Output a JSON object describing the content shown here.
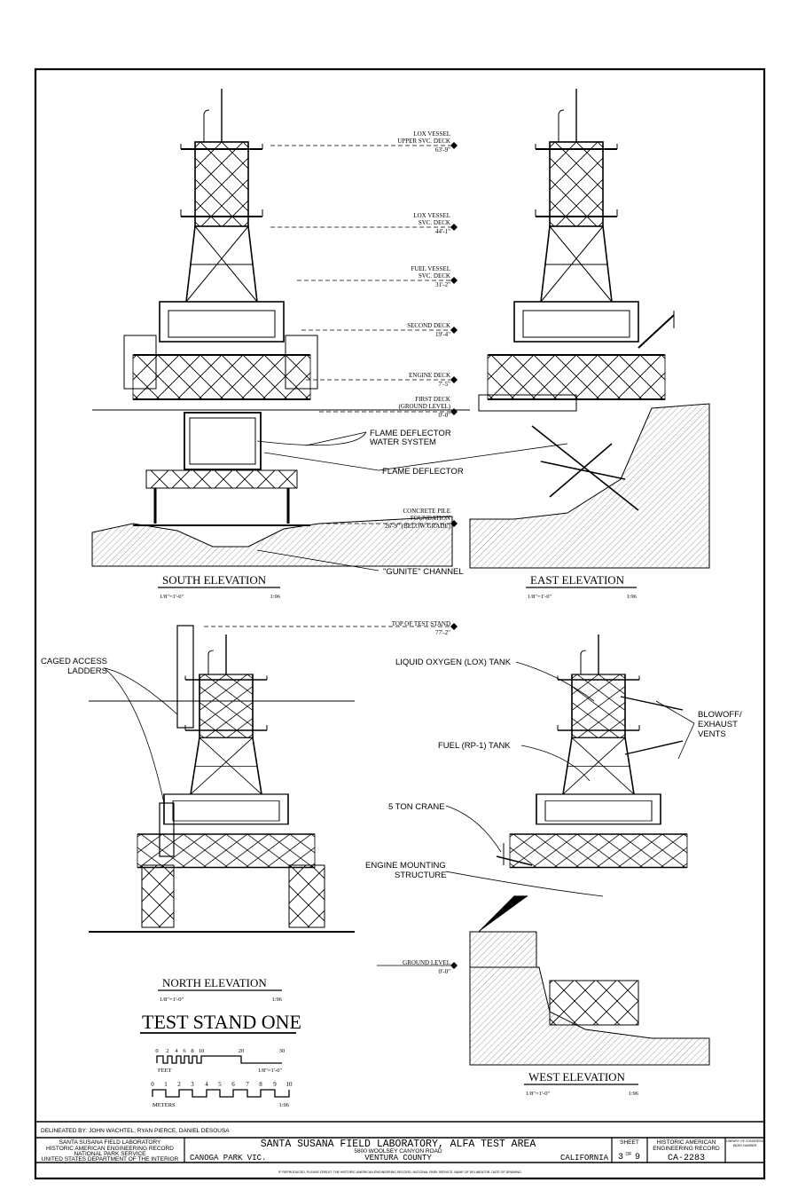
{
  "drawing_title": "TEST STAND ONE",
  "elevations": {
    "south": {
      "title": "SOUTH ELEVATION",
      "scale_imperial": "1/8\"=1'-0\"",
      "scale_ratio": "1:96"
    },
    "east": {
      "title": "EAST ELEVATION",
      "scale_imperial": "1/8\"=1'-0\"",
      "scale_ratio": "1:96"
    },
    "north": {
      "title": "NORTH ELEVATION",
      "scale_imperial": "1/8\"=1'-0\"",
      "scale_ratio": "1:96"
    },
    "west": {
      "title": "WEST ELEVATION",
      "scale_imperial": "1/8\"=1'-0\"",
      "scale_ratio": "1:96"
    }
  },
  "levels": [
    {
      "lines": [
        "LOX VESSEL",
        "UPPER SVC. DECK"
      ],
      "value": "63'-9\""
    },
    {
      "lines": [
        "LOX VESSEL",
        "SVC. DECK"
      ],
      "value": "44'-1\""
    },
    {
      "lines": [
        "FUEL VESSEL",
        "SVC. DECK"
      ],
      "value": "31'-2\""
    },
    {
      "lines": [
        "SECOND DECK"
      ],
      "value": "19'-4\""
    },
    {
      "lines": [
        "ENGINE DECK"
      ],
      "value": "7'-5\""
    },
    {
      "lines": [
        "FIRST DECK",
        "(GROUND LEVEL)"
      ],
      "value": "0'-0\""
    },
    {
      "lines": [
        "CONCRETE PILE",
        "FOUNDATION"
      ],
      "value": "26'-9\" (BELOW GRADE)"
    },
    {
      "lines": [
        "TOP OF TEST STAND"
      ],
      "value": "77'-2\""
    },
    {
      "lines": [
        "GROUND LEVEL"
      ],
      "value": "0'-0\""
    }
  ],
  "callouts": {
    "flame_deflector_water": [
      "FLAME DEFLECTOR",
      "WATER SYSTEM"
    ],
    "flame_deflector": "FLAME DEFLECTOR",
    "gunite": "\"GUNITE\" CHANNEL",
    "caged_ladders": [
      "CAGED ACCESS",
      "LADDERS"
    ],
    "lox_tank": "LIQUID OXYGEN (LOX) TANK",
    "blowoff": [
      "BLOWOFF/",
      "EXHAUST",
      "VENTS"
    ],
    "fuel_tank": "FUEL (RP-1) TANK",
    "crane": "5 TON CRANE",
    "engine_mount": [
      "ENGINE MOUNTING",
      "STRUCTURE"
    ]
  },
  "scale_bar": {
    "feet_label": "FEET",
    "feet_ticks": [
      "0",
      "2",
      "4",
      "6",
      "8",
      "10",
      "20",
      "30"
    ],
    "feet_scale": "1/8\"=1'-0\"",
    "meters_label": "METERS",
    "meter_ticks": [
      "0",
      "1",
      "2",
      "3",
      "4",
      "5",
      "6",
      "7",
      "8",
      "9",
      "10"
    ],
    "meters_scale": "1:96"
  },
  "title_block": {
    "delineated": "DELINEATED BY: JOHN WACHTEL, RYAN PIERCE, DANIEL DESOUSA",
    "org_lines": [
      "SANTA SUSANA FIELD LABORATORY",
      "HISTORIC AMERICAN ENGINEERING RECORD",
      "NATIONAL PARK SERVICE",
      "UNITED STATES DEPARTMENT OF THE INTERIOR"
    ],
    "main_title": "SANTA SUSANA FIELD LABORATORY, ALFA TEST AREA",
    "address": "5800 WOOLSEY CANYON ROAD",
    "locality": "CANOGA PARK VIC.",
    "county": "VENTURA COUNTY",
    "state": "CALIFORNIA",
    "sheet_label": "SHEET",
    "sheet_num": "3",
    "sheet_of": "OF",
    "sheet_total": "9",
    "haer_lines": [
      "HISTORIC AMERICAN",
      "ENGINEERING RECORD"
    ],
    "haer_no": "CA-2283",
    "loc_lines": [
      "LIBRARY OF CONGRESS",
      "INDEX NUMBER"
    ],
    "footer": "IF REPRODUCED, PLEASE CREDIT: THE HISTORIC AMERICAN ENGINEERING RECORD, NATIONAL PARK SERVICE, NAME OF DELINEATOR, DATE OF DRAWING"
  }
}
